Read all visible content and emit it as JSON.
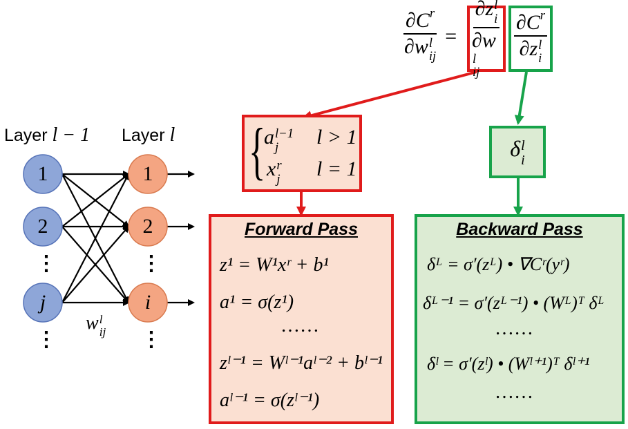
{
  "network": {
    "layer_prev_label": "Layer",
    "layer_prev_var": "l − 1",
    "layer_curr_label": "Layer",
    "layer_curr_var": "l",
    "left_nodes": [
      "1",
      "2",
      "j"
    ],
    "right_nodes": [
      "1",
      "2",
      "i"
    ],
    "ellipsis": "⋮",
    "weight": "w",
    "weight_sup": "l",
    "weight_sub": "ij",
    "colors": {
      "left_node_fill": "#8ea6d8",
      "left_node_stroke": "#5673b8",
      "right_node_fill": "#f4a582",
      "right_node_stroke": "#d97a4f"
    }
  },
  "top_equation": {
    "lhs_num": "∂C",
    "lhs_num_sup": "r",
    "lhs_den": "∂w",
    "lhs_den_sup": "l",
    "lhs_den_sub": "ij",
    "equals": "=",
    "mid_num": "∂z",
    "mid_num_sup": "l",
    "mid_num_sub": "i",
    "mid_den": "∂w",
    "mid_den_sup": "l",
    "mid_den_sub": "ij",
    "rhs_num": "∂C",
    "rhs_num_sup": "r",
    "rhs_den": "∂z",
    "rhs_den_sup": "l",
    "rhs_den_sub": "i"
  },
  "cases_box": {
    "row1_var": "a",
    "row1_sup": "l−1",
    "row1_sub": "j",
    "row1_cond": "l > 1",
    "row2_var": "x",
    "row2_sup": "r",
    "row2_sub": "j",
    "row2_cond": "l = 1"
  },
  "delta_box": {
    "var": "δ",
    "sup": "l",
    "sub": "i"
  },
  "forward": {
    "title": "Forward Pass",
    "eq1": "z¹ = W¹xʳ + b¹",
    "eq2": "a¹ = σ(z¹)",
    "dots": "……",
    "eq3": "zˡ⁻¹ = Wˡ⁻¹aˡ⁻² + bˡ⁻¹",
    "eq4": "aˡ⁻¹ = σ(zˡ⁻¹)"
  },
  "backward": {
    "title": "Backward Pass",
    "eq1": "δᴸ = σ′(zᴸ) • ∇Cʳ(yʳ)",
    "eq2": "δᴸ⁻¹ = σ′(zᴸ⁻¹) • (Wᴸ)ᵀ δᴸ",
    "dots1": "……",
    "eq3": "δˡ = σ′(zˡ) • (Wˡ⁺¹)ᵀ δˡ⁺¹",
    "dots2": "……"
  },
  "colors": {
    "red": "#e01b1b",
    "green": "#17a34a",
    "forward_fill": "#fbe0d2",
    "backward_fill": "#dcebd3",
    "cases_fill": "#fbe0d2",
    "delta_fill": "#dcebd3"
  }
}
